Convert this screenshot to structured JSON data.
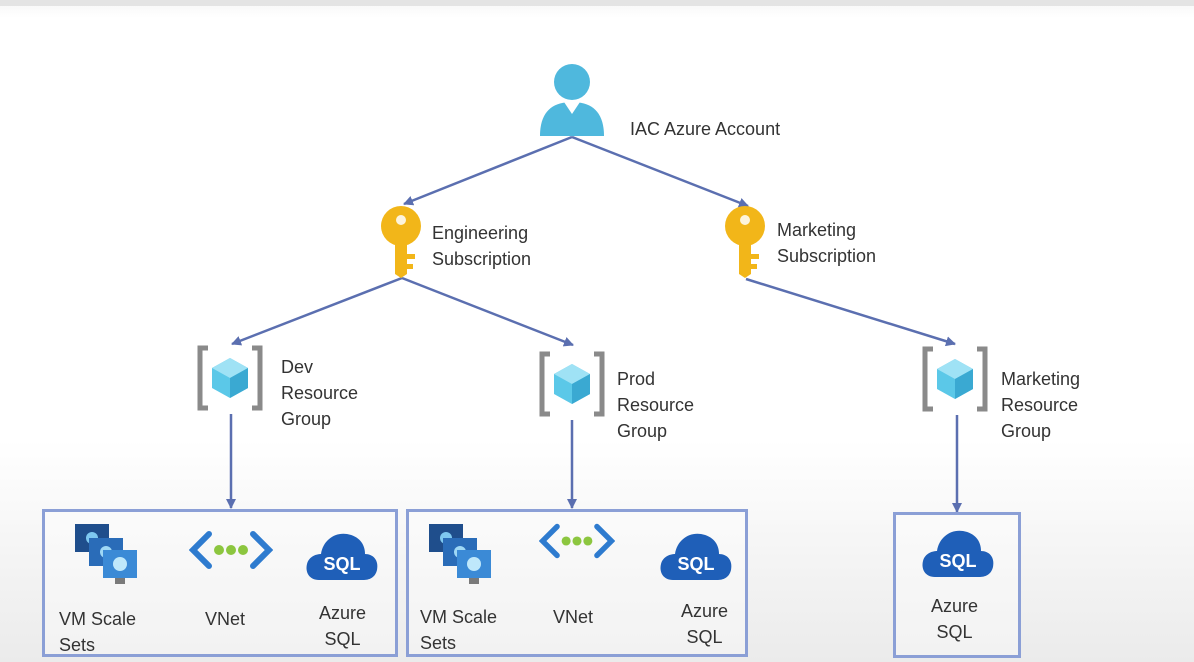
{
  "account": {
    "label": "IAC Azure Account"
  },
  "subscriptions": [
    {
      "id": "engineering",
      "label_lines": [
        "Engineering",
        "Subscription"
      ]
    },
    {
      "id": "marketing",
      "label_lines": [
        "Marketing",
        "Subscription"
      ]
    }
  ],
  "resource_groups": [
    {
      "id": "dev",
      "label_lines": [
        "Dev",
        "Resource",
        "Group"
      ]
    },
    {
      "id": "prod",
      "label_lines": [
        "Prod",
        "Resource",
        "Group"
      ]
    },
    {
      "id": "marketing",
      "label_lines": [
        "Marketing",
        "Resource",
        "Group"
      ]
    }
  ],
  "resources": {
    "dev": [
      {
        "icon": "vm-scale-sets-icon",
        "label_lines": [
          "VM Scale",
          "Sets"
        ]
      },
      {
        "icon": "vnet-icon",
        "label_lines": [
          "VNet"
        ]
      },
      {
        "icon": "azure-sql-icon",
        "icon_text": "SQL",
        "label_lines": [
          "Azure",
          "SQL"
        ]
      }
    ],
    "prod": [
      {
        "icon": "vm-scale-sets-icon",
        "label_lines": [
          "VM Scale",
          "Sets"
        ]
      },
      {
        "icon": "vnet-icon",
        "label_lines": [
          "VNet"
        ]
      },
      {
        "icon": "azure-sql-icon",
        "icon_text": "SQL",
        "label_lines": [
          "Azure",
          "SQL"
        ]
      }
    ],
    "marketing": [
      {
        "icon": "azure-sql-icon",
        "icon_text": "SQL",
        "label_lines": [
          "Azure",
          "SQL"
        ]
      }
    ]
  },
  "colors": {
    "edge": "#5b6fb0",
    "box_border": "#8b9fd6",
    "key": "#f2b619",
    "cube": "#5bc8e8",
    "sql_cloud": "#1f5fb8",
    "vnet": "#2e7bcf",
    "vnet_dots": "#8cc63f"
  }
}
